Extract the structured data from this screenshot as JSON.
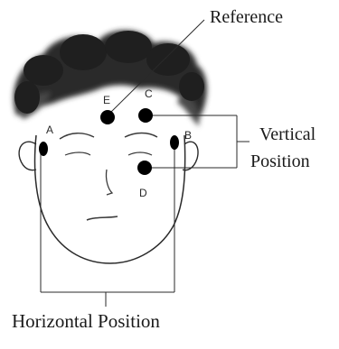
{
  "labels": {
    "reference": "Reference",
    "vertical_line1": "Vertical",
    "vertical_line2": "Position",
    "horizontal": "Horizontal Position"
  },
  "points": {
    "a": "A",
    "b": "B",
    "c": "C",
    "d": "D",
    "e": "E"
  },
  "colors": {
    "ink": "#1a1a1a",
    "hair": "#2b2b2b",
    "marker": "#000000"
  }
}
